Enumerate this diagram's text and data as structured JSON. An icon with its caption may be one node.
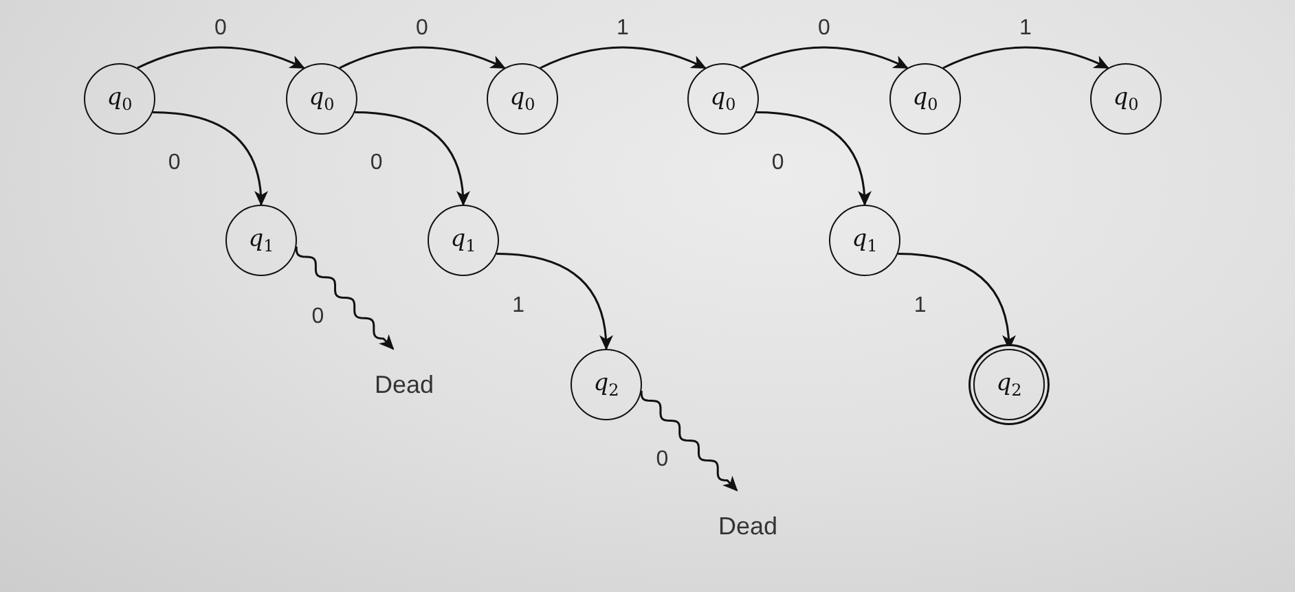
{
  "diagram": {
    "nodes": [
      {
        "text": [
          "*q*$_{0}$"
        ]
      },
      {
        "text": [
          "*q*$_{0}$"
        ]
      },
      {
        "text": [
          "*q*$_{0}$"
        ]
      },
      {
        "text": [
          "*q*$_{0}$"
        ]
      },
      {
        "text": [
          "*q*$_{0}$"
        ]
      },
      {
        "text": [
          "*q*$_{0}$"
        ]
      },
      {
        "text": [
          "*q*$_{1}$"
        ]
      },
      {
        "text": [
          "*q*$_{1}$"
        ]
      },
      {
        "text": [
          "*q*$_{2}$"
        ]
      },
      {
        "text": [
          "*q*$_{1}$"
        ]
      },
      {
        "text": [
          "*q*$_{2}$"
        ]
      },
      {
        "text": [
          "Dead"
        ]
      },
      {
        "text": [
          "Dead"
        ]
      }
    ],
    "edges": [
      {
        "from": 0,
        "to": 1,
        "arrow": "to",
        "label": "0"
      },
      {
        "from": 1,
        "to": 2,
        "arrow": "to",
        "label": "0"
      },
      {
        "from": 2,
        "to": 3,
        "arrow": "to",
        "label": "1"
      },
      {
        "from": 3,
        "to": 4,
        "arrow": "to",
        "label": "0"
      },
      {
        "from": 4,
        "to": 5,
        "arrow": "to",
        "label": "1"
      },
      {
        "from": 0,
        "to": 6,
        "arrow": "to",
        "label": "0"
      },
      {
        "from": 1,
        "to": 7,
        "arrow": "to",
        "label": "0"
      },
      {
        "from": 6,
        "to": 11,
        "arrow": "to",
        "label": "0"
      },
      {
        "from": 7,
        "to": 8,
        "arrow": "to",
        "label": "1"
      },
      {
        "from": 8,
        "to": 12,
        "arrow": "to",
        "label": "0"
      },
      {
        "from": 3,
        "to": 9,
        "arrow": "to",
        "label": "0"
      },
      {
        "from": 9,
        "to": 10,
        "arrow": "to",
        "label": "1"
      }
    ]
  }
}
